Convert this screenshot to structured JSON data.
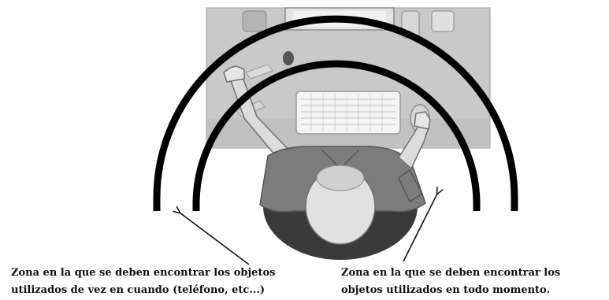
{
  "captions": {
    "occasional_zone": {
      "line1": "Zona en la que se deben encontrar los objetos",
      "line2": "utilizados de vez en cuando (teléfono, etc...)"
    },
    "constant_zone": {
      "line1": "Zona en la que se deben encontrar los",
      "line2": "objetos utilizados en todo momento."
    }
  },
  "colors": {
    "arc": "#000000",
    "desk": "#c9c9c9",
    "shirt": "#7c7c7c",
    "skin": "#dcdcdc",
    "chair": "#3a3a3a"
  }
}
